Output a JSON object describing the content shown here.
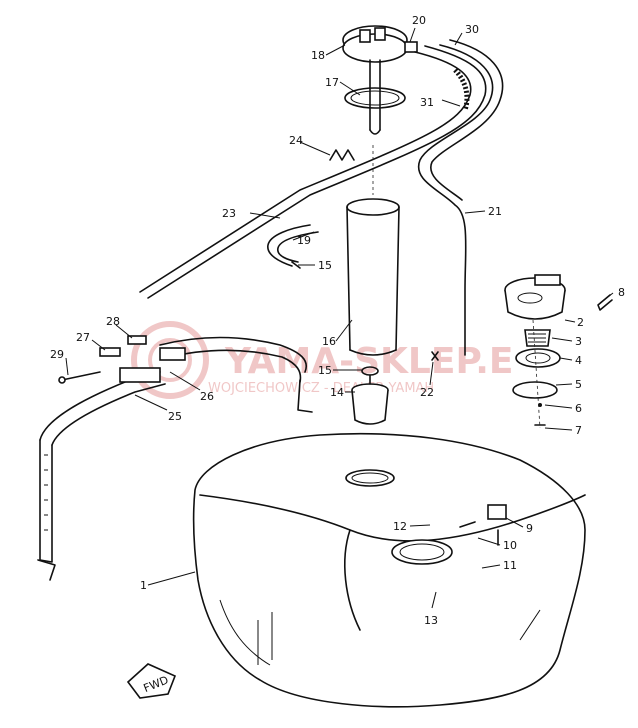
{
  "watermark": {
    "main": "YAMA-SKLEP.E",
    "sub": "WOJCIECHOWICZ - DEALER YAMAH",
    "color": "#e59a9a"
  },
  "fwd_label": "FWD",
  "callouts": [
    "1",
    "2",
    "3",
    "4",
    "5",
    "6",
    "7",
    "8",
    "9",
    "10",
    "11",
    "12",
    "13",
    "14",
    "15",
    "15",
    "16",
    "17",
    "18",
    "19",
    "20",
    "21",
    "22",
    "23",
    "24",
    "25",
    "26",
    "27",
    "28",
    "29",
    "30",
    "31"
  ]
}
